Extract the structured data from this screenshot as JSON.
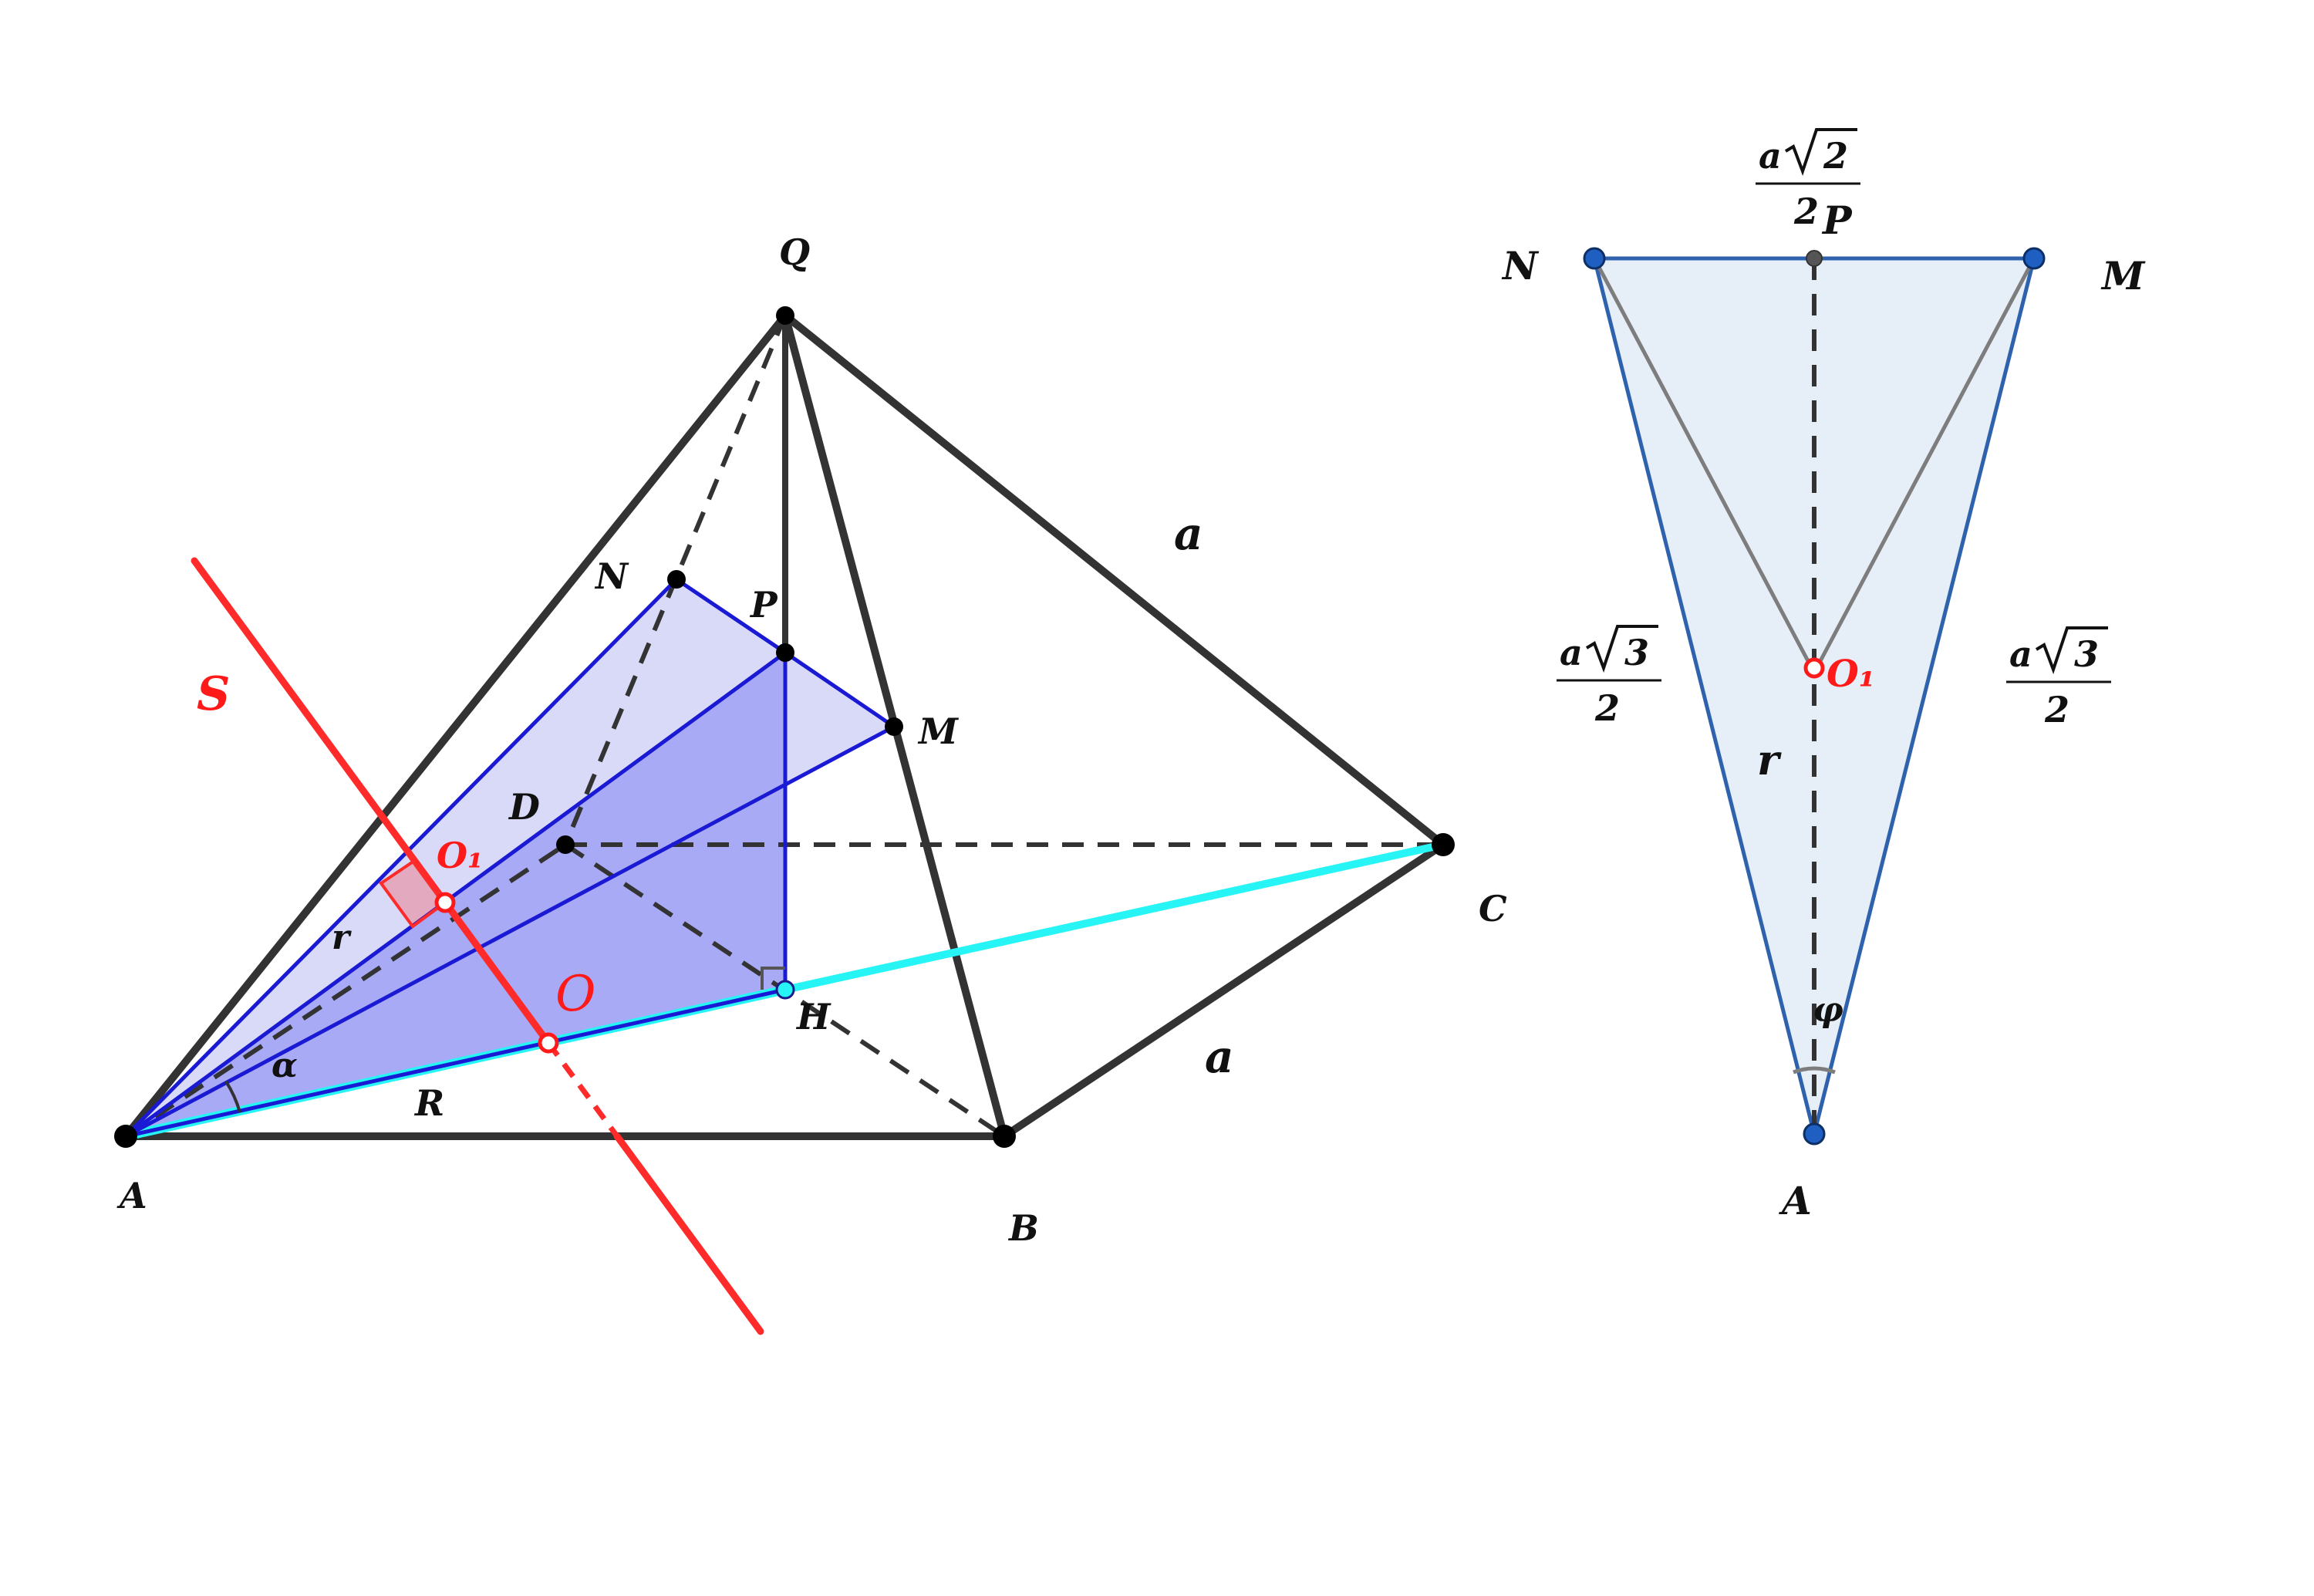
{
  "colors": {
    "edge": "#333333",
    "section_stroke": "#1a1ad4",
    "section_fill": "#d9daf7",
    "triangle_fill": "#a8aaf5",
    "highlight": "#27f5f5",
    "red": "#ff2a2a",
    "flat_stroke": "#2f62ad",
    "flat_fill": "#e6eef8",
    "flat_inner": "#7d7d7d",
    "flat_point": "#1f5fc2"
  },
  "left": {
    "Q": "Q",
    "N": "N",
    "P": "P",
    "M": "M",
    "D": "D",
    "C": "C",
    "A": "A",
    "B": "B",
    "H": "H",
    "O1": "O₁",
    "O": "O",
    "S": "S",
    "r": "r",
    "R": "R",
    "alpha": "α",
    "a_side": "a",
    "a_base": "a"
  },
  "right": {
    "N": "N",
    "P": "P",
    "M": "M",
    "A": "A",
    "O1": "O₁",
    "r": "r",
    "phi": "φ",
    "top_num_a": "a",
    "top_num_rad": "2",
    "top_den": "2",
    "left_num_a": "a",
    "left_num_rad": "3",
    "left_den": "2",
    "right_num_a": "a",
    "right_num_rad": "3",
    "right_den": "2"
  }
}
